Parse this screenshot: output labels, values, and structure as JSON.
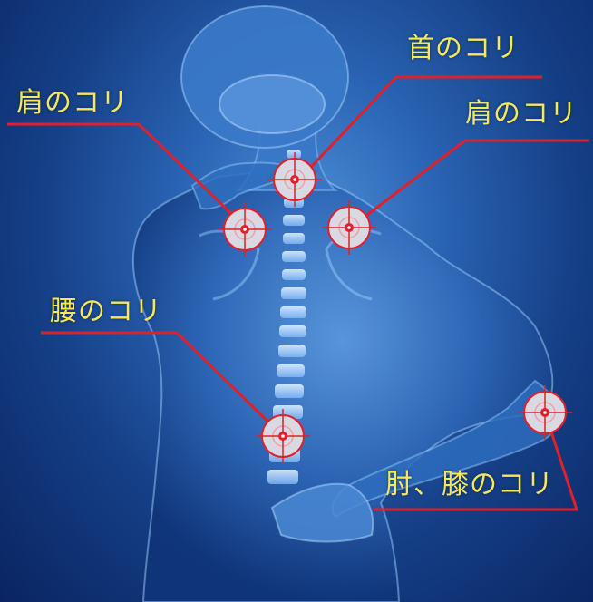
{
  "labels": {
    "neck": "首のコリ",
    "shoulder_left": "肩のコリ",
    "shoulder_right": "肩のコリ",
    "lower_back": "腰のコリ",
    "elbow_knee": "肘、膝のコリ"
  },
  "colors": {
    "label_text": "#f7e85a",
    "leader_line": "#e0202a",
    "target_fill": "#d9d9e4",
    "target_center": "#e0202a",
    "background": "#2a64b4"
  },
  "icons": [
    "target-marker-icon",
    "human-back-silhouette",
    "spine-illustration"
  ]
}
